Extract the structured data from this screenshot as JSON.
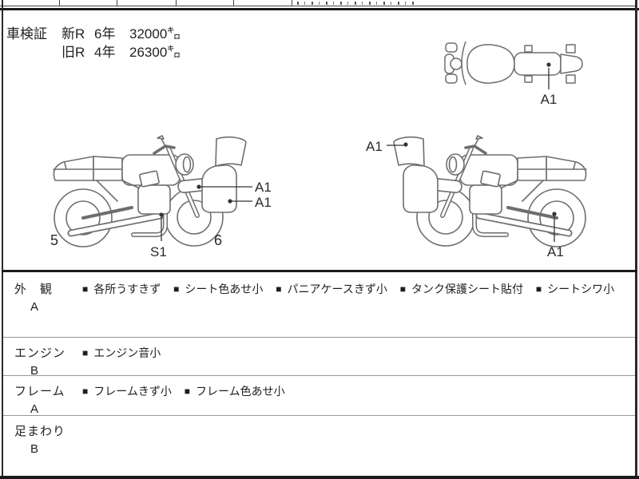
{
  "shaken": {
    "label": "車検証",
    "rows": [
      {
        "era": "新R",
        "year": "6年",
        "km": "32000㌔"
      },
      {
        "era": "旧R",
        "year": "4年",
        "km": "26300㌔"
      }
    ]
  },
  "diagrams": {
    "top_view": {
      "a1": "A1"
    },
    "left_side": {
      "n5": "5",
      "s1": "S1",
      "n6": "6",
      "a1_upper": "A1",
      "a1_lower": "A1"
    },
    "right_side": {
      "a1_top": "A1",
      "a1_bottom": "A1"
    }
  },
  "condition_table": {
    "bullet": "■",
    "rows": [
      {
        "name": "外　観",
        "grade": "A",
        "items": [
          "各所うすきず",
          "シート色あせ小",
          "パニアケースきず小",
          "タンク保護シート貼付",
          "シートシワ小"
        ]
      },
      {
        "name": "エンジン",
        "grade": "B",
        "items": [
          "エンジン音小"
        ]
      },
      {
        "name": "フレーム",
        "grade": "A",
        "items": [
          "フレームきず小",
          "フレーム色あせ小"
        ]
      },
      {
        "name": "足まわり",
        "grade": "B",
        "items": []
      }
    ]
  },
  "colors": {
    "line_art": "#6e6e6e",
    "border_heavy": "#1a1a1a",
    "border_light": "#999999",
    "text": "#1f1f1f"
  }
}
